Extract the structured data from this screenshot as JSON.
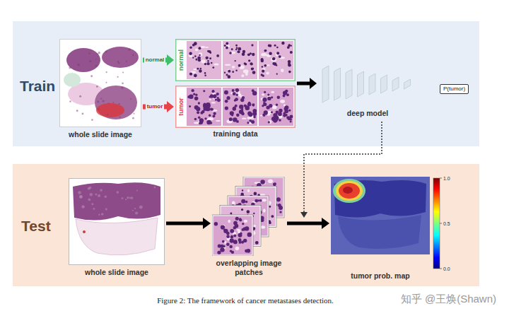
{
  "diagram": {
    "caption": "Figure 2: The framework of cancer metastases detection.",
    "nodes": [
      {
        "text": [
          "Train"
        ]
      },
      {
        "text": [
          "whole slide image"
        ],
        "in": 0
      },
      {
        "text": [
          "training data"
        ],
        "in": 0
      },
      {
        "text": [
          "normal"
        ],
        "in": 2
      },
      {
        "text": [
          "tumor"
        ],
        "in": 2
      },
      {
        "text": [
          "deep model"
        ],
        "in": 0
      },
      {
        "text": [
          "P(tumor)"
        ],
        "in": 0
      },
      {
        "text": [
          "Test"
        ]
      },
      {
        "text": [
          "whole slide image"
        ],
        "in": 7
      },
      {
        "text": [
          "overlapping image patches"
        ],
        "in": 7
      },
      {
        "text": [
          "tumor prob. map"
        ],
        "in": 7
      }
    ],
    "edges": [
      {
        "from": 1,
        "to": 3,
        "label": "normal",
        "arrow": "to"
      },
      {
        "from": 1,
        "to": 4,
        "label": "tumor",
        "arrow": "to"
      },
      {
        "from": 2,
        "to": 5,
        "arrow": "to"
      },
      {
        "from": 8,
        "to": 9,
        "arrow": "to"
      },
      {
        "from": 9,
        "to": 10,
        "arrow": "to"
      }
    ],
    "labels": [
      "1.0",
      "0.5",
      "0.0",
      "知乎 @王焕(Shawn)"
    ]
  }
}
